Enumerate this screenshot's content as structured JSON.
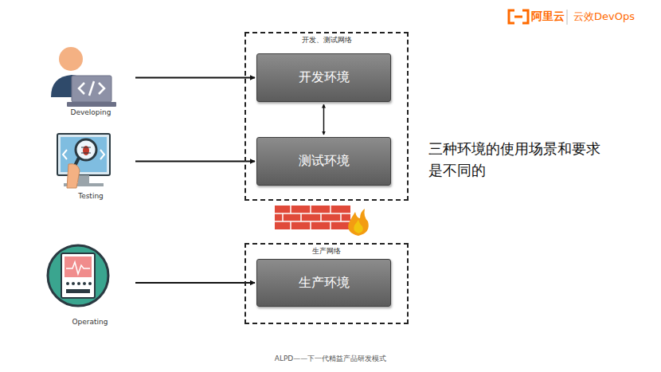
{
  "diagram": {
    "nodes": [
      {
        "text": [
          "Developing"
        ]
      },
      {
        "text": [
          "Testing"
        ]
      },
      {
        "text": [
          "Operating"
        ]
      },
      {
        "text": [
          "开发、测试网络"
        ]
      },
      {
        "text": [
          "开发环境"
        ],
        "in": 3
      },
      {
        "text": [
          "测试环境"
        ],
        "in": 3
      },
      {
        "text": [
          "生产网络"
        ]
      },
      {
        "text": [
          "生产环境"
        ],
        "in": 6
      }
    ],
    "edges": [
      {
        "from": 0,
        "to": 4,
        "arrow": "to"
      },
      {
        "from": 4,
        "to": 5,
        "arrow": "both"
      },
      {
        "from": 1,
        "to": 5,
        "arrow": "to"
      },
      {
        "from": 2,
        "to": 7,
        "arrow": "to"
      }
    ],
    "labels": [
      "阿里云",
      "云效DevOps",
      "三种环境的使用场景和要求 是不同的",
      "ALPD——下一代精益产品研发模式"
    ]
  }
}
